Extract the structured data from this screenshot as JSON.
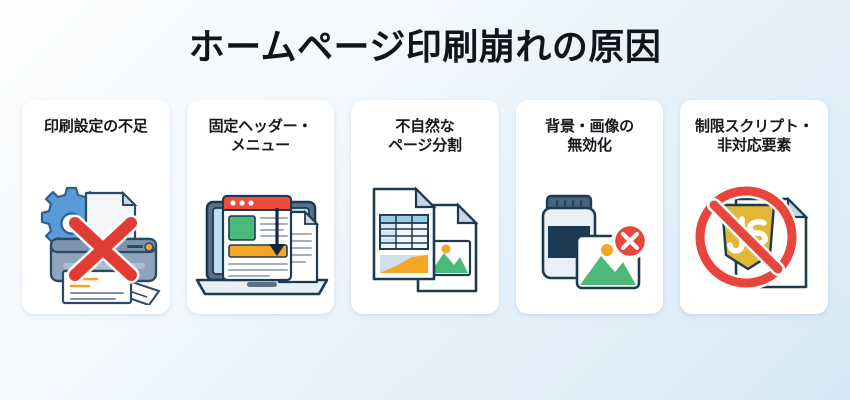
{
  "page": {
    "title": "ホームページ印刷崩れの原因",
    "background_start": "#fdfeff",
    "background_end": "#d6e8f6",
    "title_color": "#111418"
  },
  "palette": {
    "accent_red": "#e8453c",
    "accent_blue": "#4a90d9",
    "accent_green": "#4cb97a",
    "accent_orange": "#f5a623",
    "ink_navy": "#1d3a55",
    "outline": "#1e3a52",
    "paper": "#ffffff",
    "card_bg": "#ffffff"
  },
  "cards": [
    {
      "index": 1,
      "title": "印刷設定の不足",
      "icon": "printer-gear-error-icon",
      "icon_parts": [
        "gear",
        "printer",
        "paper-sheet",
        "red-cross",
        "printed-pages"
      ]
    },
    {
      "index": 2,
      "title": "固定ヘッダー・\nメニュー",
      "title_line1": "固定ヘッダー・",
      "title_line2": "メニュー",
      "icon": "laptop-fixed-header-icon",
      "icon_parts": [
        "laptop",
        "browser-window",
        "red-header-bar",
        "green-block",
        "orange-block",
        "down-arrow",
        "paper-sheet"
      ]
    },
    {
      "index": 3,
      "title": "不自然な\nページ分割",
      "title_line1": "不自然な",
      "title_line2": "ページ分割",
      "icon": "split-pages-icon",
      "icon_parts": [
        "document-front",
        "document-back",
        "data-table",
        "orange-chart",
        "image-thumbnail"
      ]
    },
    {
      "index": 4,
      "title": "背景・画像の\n無効化",
      "title_line1": "背景・画像の",
      "title_line2": "無効化",
      "icon": "ink-image-disabled-icon",
      "icon_parts": [
        "ink-bottle",
        "image-card",
        "red-x-badge"
      ]
    },
    {
      "index": 5,
      "title": "制限スクリプト・\n非対応要素",
      "title_line1": "制限スクリプト・",
      "title_line2": "非対応要素",
      "icon": "blocked-script-icon",
      "icon_parts": [
        "document",
        "js-shield",
        "prohibition-sign"
      ]
    }
  ]
}
